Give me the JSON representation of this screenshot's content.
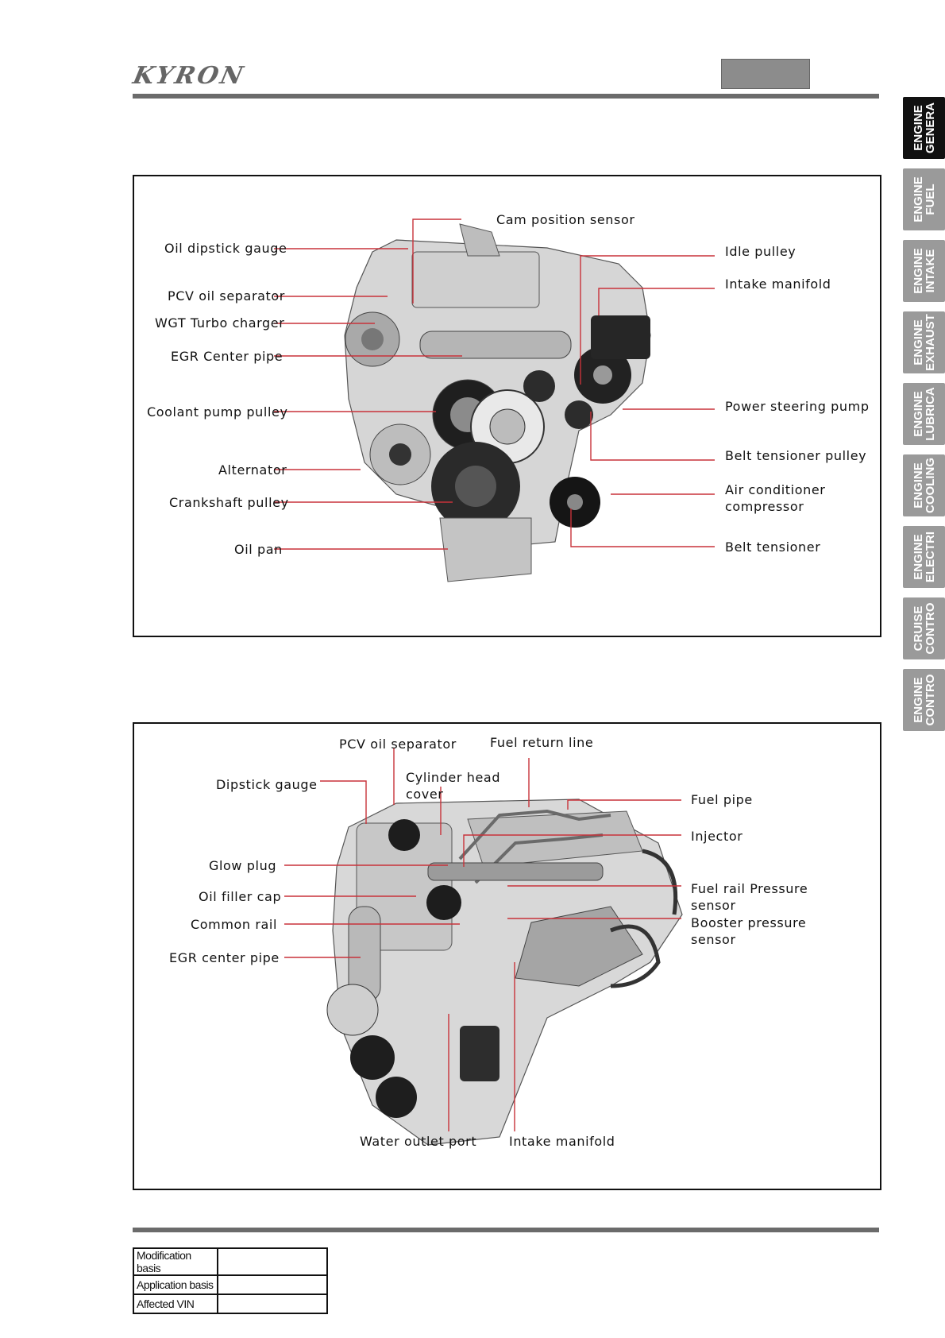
{
  "header": {
    "brand": "KYRON"
  },
  "tabs": [
    {
      "label": "ENGINE\nGENERA",
      "active": true
    },
    {
      "label": "ENGINE\nFUEL",
      "active": false
    },
    {
      "label": "ENGINE\nINTAKE",
      "active": false
    },
    {
      "label": "ENGINE\nEXHAUST",
      "active": false
    },
    {
      "label": "ENGINE\nLUBRICA",
      "active": false
    },
    {
      "label": "ENGINE\nCOOLING",
      "active": false
    },
    {
      "label": "ENGINE\nELECTRI",
      "active": false
    },
    {
      "label": "CRUISE\nCONTRO",
      "active": false
    },
    {
      "label": "ENGINE\nCONTRO",
      "active": false
    }
  ],
  "figure1": {
    "labels": {
      "cam_position_sensor": "Cam position sensor",
      "oil_dipstick_gauge": "Oil dipstick gauge",
      "idle_pulley": "Idle pulley",
      "pcv_oil_separator": "PCV oil separator",
      "intake_manifold": "Intake manifold",
      "wgt_turbo_charger": "WGT Turbo charger",
      "egr_center_pipe": "EGR Center pipe",
      "coolant_pump_pulley": "Coolant pump pulley",
      "power_steering_pump": "Power steering pump",
      "belt_tensioner_pulley": "Belt tensioner pulley",
      "alternator": "Alternator",
      "air_conditioner_compressor_1": "Air conditioner",
      "air_conditioner_compressor_2": "compressor",
      "crankshaft_pulley": "Crankshaft pulley",
      "oil_pan": "Oil pan",
      "belt_tensioner": "Belt tensioner"
    }
  },
  "figure2": {
    "labels": {
      "pcv_oil_separator": "PCV oil separator",
      "fuel_return_line": "Fuel return line",
      "cylinder_head_cover_1": "Cylinder head",
      "cylinder_head_cover_2": "cover",
      "dipstick_gauge": "Dipstick gauge",
      "fuel_pipe": "Fuel pipe",
      "injector": "Injector",
      "glow_plug": "Glow plug",
      "fuel_rail_pressure_1": "Fuel rail Pressure",
      "fuel_rail_pressure_2": "sensor",
      "oil_filler_cap": "Oil filler cap",
      "booster_pressure_1": "Booster pressure",
      "booster_pressure_2": "sensor",
      "common_rail": "Common rail",
      "egr_center_pipe": "EGR center pipe",
      "water_outlet_port": "Water outlet port",
      "intake_manifold": "Intake manifold"
    }
  },
  "footer_table": [
    {
      "label": "Modification basis",
      "value": ""
    },
    {
      "label": "Application basis",
      "value": ""
    },
    {
      "label": "Affected VIN",
      "value": ""
    }
  ]
}
